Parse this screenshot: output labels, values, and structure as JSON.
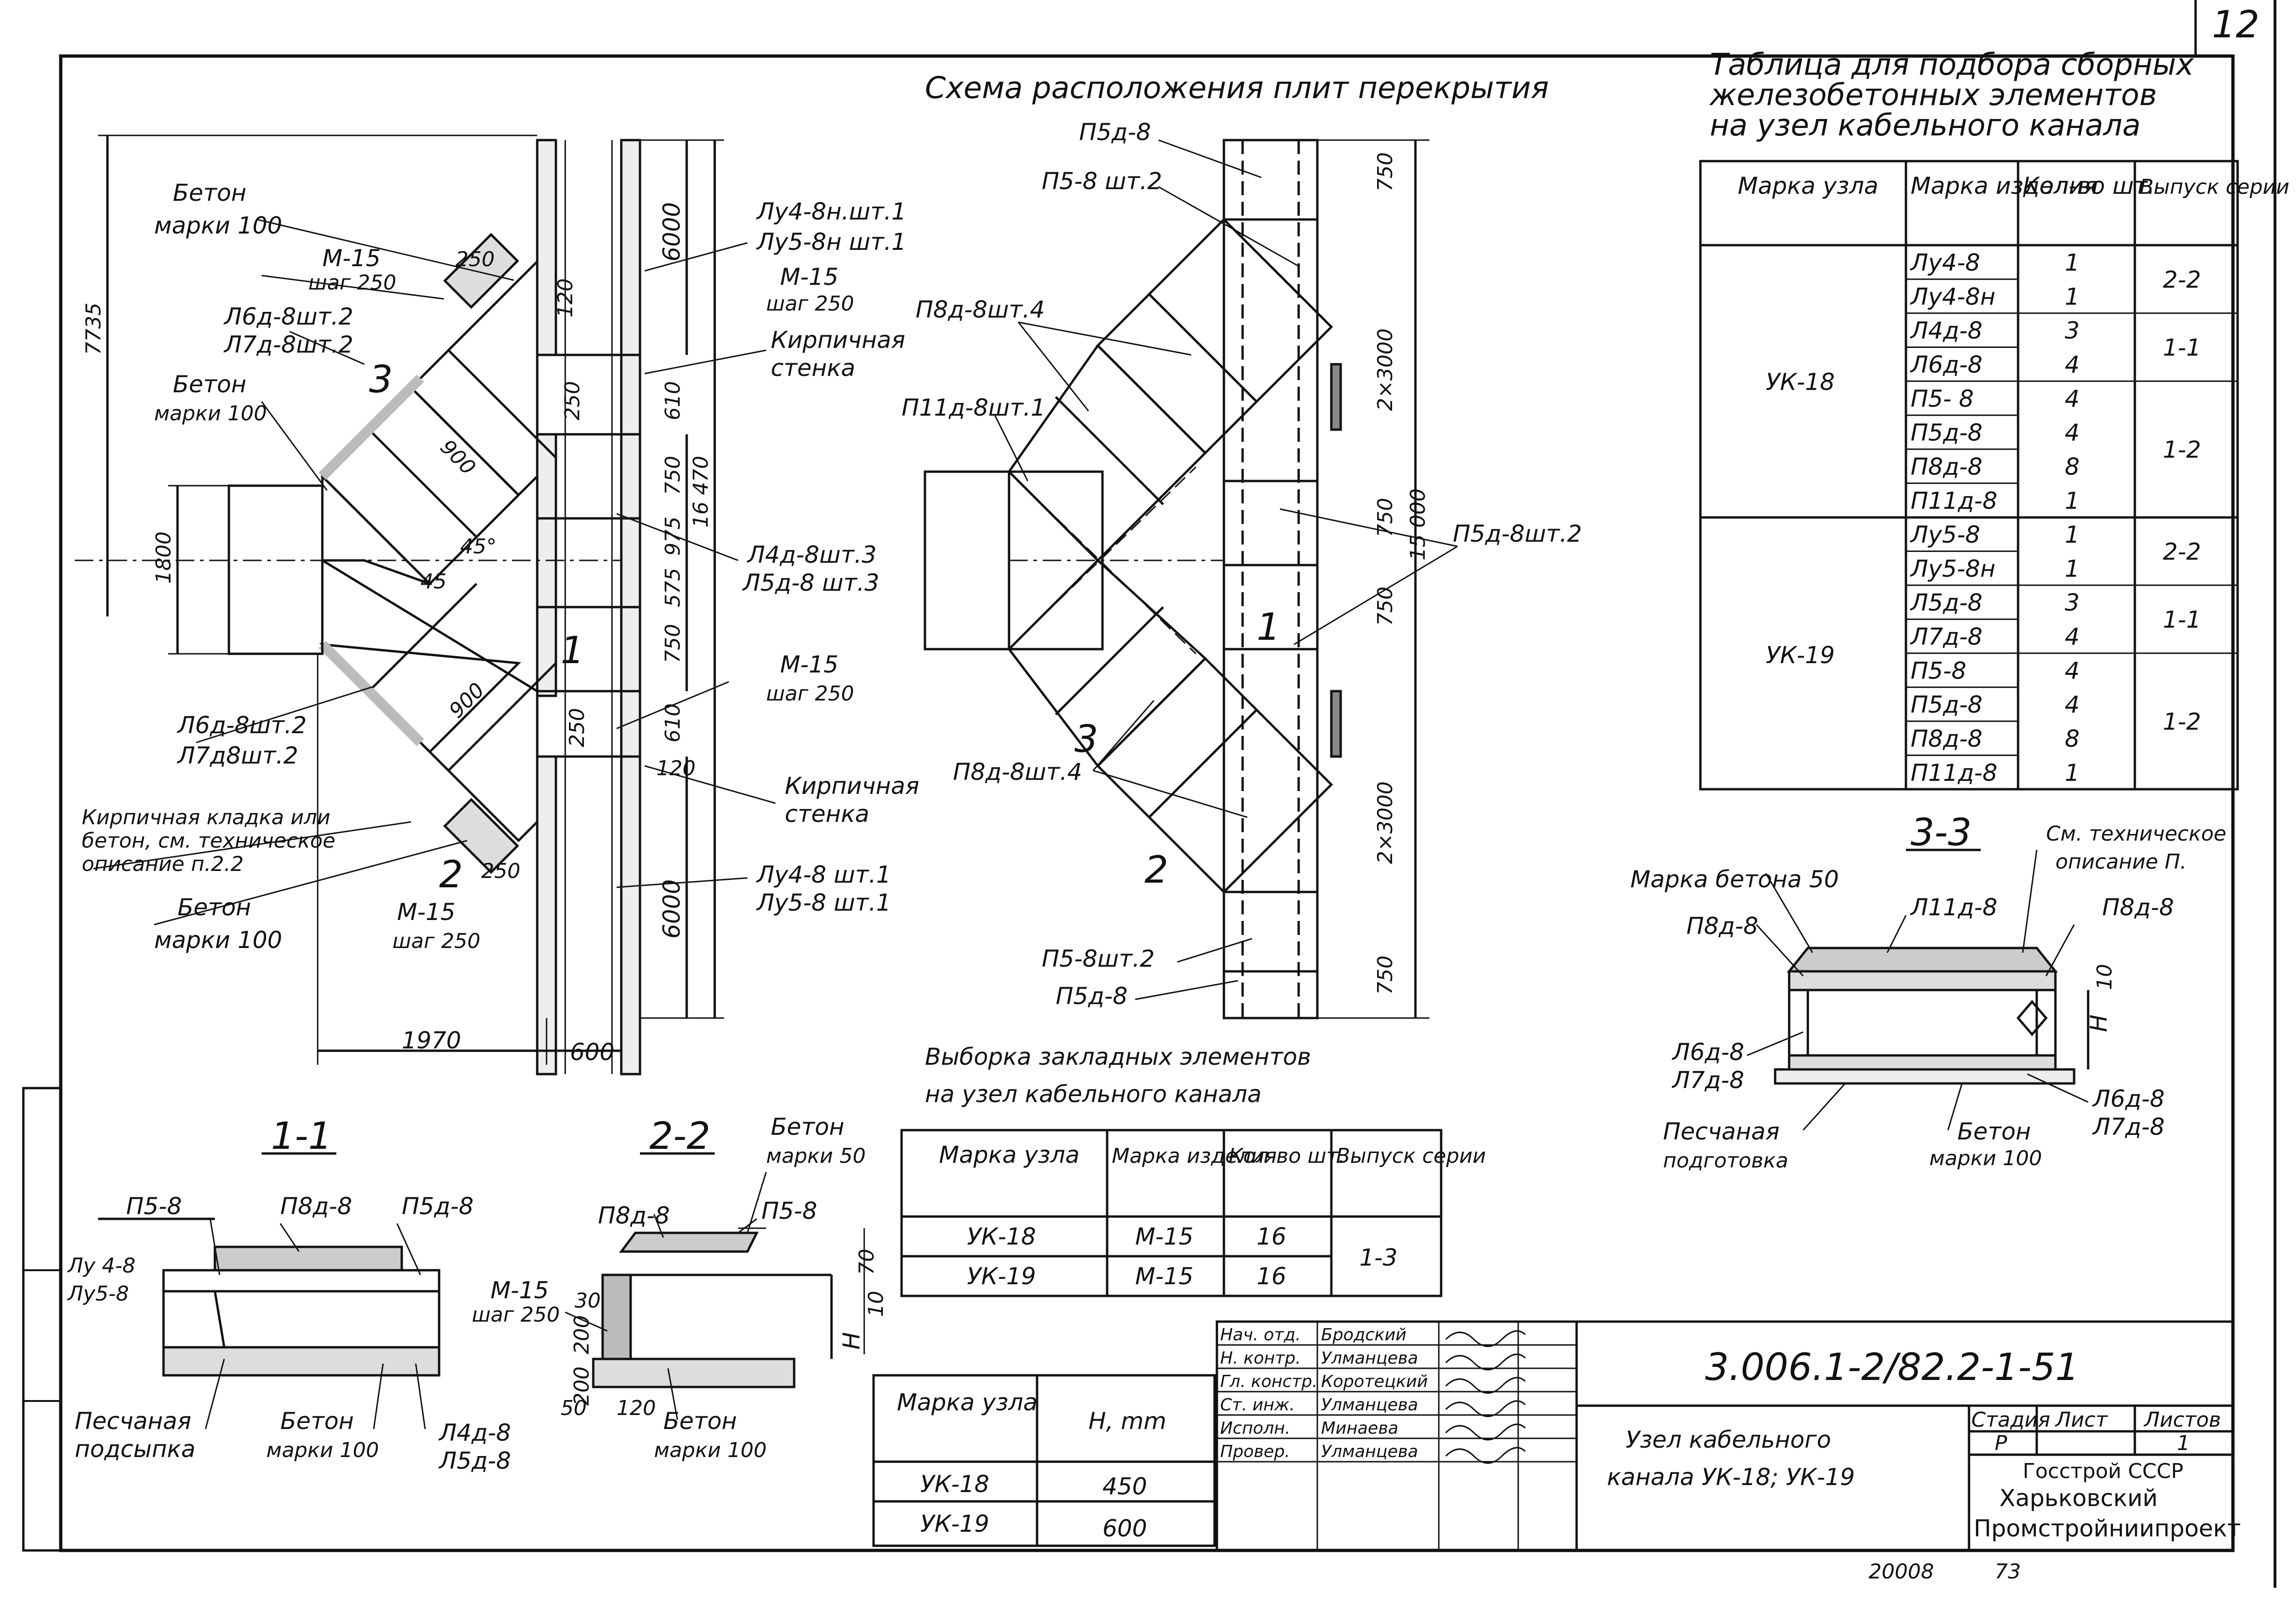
{
  "sheet": {
    "corner_number": "12",
    "footer_left": "20008",
    "footer_right": "73"
  },
  "plan": {
    "title": "Схема расположения плит перекрытия",
    "left": {
      "beton_top": "Бетон",
      "beton_top_grade": "марки 100",
      "m15_top": "М-15",
      "m15_top_step": "шаг 250",
      "l6_l7_top_a": "Л6д-8шт.2",
      "l6_l7_top_b": "Л7д-8шт.2",
      "beton_mid": "Бетон",
      "beton_mid_grade": "марки 100",
      "l6_l7_bot_a": "Л6д-8шт.2",
      "l6_l7_bot_b": "Л7д8шт.2",
      "masonry_a": "Кирпичная кладка или",
      "masonry_b": "бетон, см. техническое",
      "masonry_c": "описание п.2.2",
      "beton_bot": "Бетон",
      "beton_bot_grade": "марки 100",
      "m15_bot": "М-15",
      "m15_bot_step": "шаг 250",
      "ly4_top": "Лу4-8н.шт.1",
      "ly5_top": "Лу5-8н шт.1",
      "m15_r_top": "М-15",
      "m15_r_top_step": "шаг 250",
      "brick_top_a": "Кирпичная",
      "brick_top_b": "стенка",
      "l4_l5_a": "Л4д-8шт.3",
      "l4_l5_b": "Л5д-8 шт.3",
      "m15_r_bot": "М-15",
      "m15_r_bot_step": "шаг 250",
      "brick_bot_a": "Кирпичная",
      "brick_bot_b": "стенка",
      "ly4_bot": "Лу4-8 шт.1",
      "ly5_bot": "Лу5-8 шт.1",
      "dim_7735": "7735",
      "dim_1800": "1800",
      "dim_1970": "1970",
      "dim_600": "600",
      "dim_6000_top": "6000",
      "dim_6000_bot": "6000",
      "dim_610_top": "610",
      "dim_610_bot": "610",
      "dim_750_a": "750",
      "dim_975": "975",
      "dim_575": "575",
      "dim_750_b": "750",
      "dim_16470": "16 470",
      "dim_120_a": "120",
      "dim_120_b": "120",
      "dim_250_a": "250",
      "dim_250_b": "250",
      "dim_250_c": "250",
      "dim_250_d": "250",
      "dim_900_a": "900",
      "dim_900_b": "900",
      "angle_a": "45°",
      "angle_b": "45",
      "sec1": "1",
      "sec2": "2",
      "sec3": "3"
    },
    "right": {
      "p5d_top": "П5д-8",
      "p5_top": "П5-8 шт.2",
      "p8d_top": "П8д-8шт.4",
      "p11": "П11д-8шт.1",
      "p5d_right": "П5д-8шт.2",
      "p8d_bot": "П8д-8шт.4",
      "p5_bot": "П5-8шт.2",
      "p5d_bot": "П5д-8",
      "dim_750_top": "750",
      "dim_2x3000_top": "2×3000",
      "dim_15000": "15 000",
      "dim_750_mid_a": "750",
      "dim_750_mid_b": "750",
      "dim_2x3000_bot": "2×3000",
      "dim_750_bot": "750",
      "sec1": "1",
      "sec2": "2",
      "sec3": "3"
    }
  },
  "embed_table": {
    "title_a": "Выборка закладных элементов",
    "title_b": "на узел кабельного канала",
    "head": [
      "Марка узла",
      "Марка изделия",
      "Кол-во шт.",
      "Выпуск серии"
    ],
    "rows": [
      {
        "node": "УК-18",
        "item": "М-15",
        "qty": "16"
      },
      {
        "node": "УК-19",
        "item": "М-15",
        "qty": "16"
      }
    ],
    "series": "1-3"
  },
  "select_table": {
    "title_a": "Таблица для подбора сборных",
    "title_b": "железобетонных элементов",
    "title_c": "на узел кабельного канала",
    "head": [
      "Марка узла",
      "Марка изделия",
      "Кол-во шт.",
      "Выпуск серии"
    ],
    "node_a": "УК-18",
    "node_b": "УК-19",
    "rows": [
      {
        "item": "Лу4-8",
        "qty": "1"
      },
      {
        "item": "Лу4-8н",
        "qty": "1"
      },
      {
        "item": "Л4д-8",
        "qty": "3"
      },
      {
        "item": "Л6д-8",
        "qty": "4"
      },
      {
        "item": "П5- 8",
        "qty": "4"
      },
      {
        "item": "П5д-8",
        "qty": "4"
      },
      {
        "item": "П8д-8",
        "qty": "8"
      },
      {
        "item": "П11д-8",
        "qty": "1"
      },
      {
        "item": "Лу5-8",
        "qty": "1"
      },
      {
        "item": "Лу5-8н",
        "qty": "1"
      },
      {
        "item": "Л5д-8",
        "qty": "3"
      },
      {
        "item": "Л7д-8",
        "qty": "4"
      },
      {
        "item": "П5-8",
        "qty": "4"
      },
      {
        "item": "П5д-8",
        "qty": "4"
      },
      {
        "item": "П8д-8",
        "qty": "8"
      },
      {
        "item": "П11д-8",
        "qty": "1"
      }
    ],
    "series": [
      "2-2",
      "1-1",
      "1-2",
      "2-2",
      "1-1",
      "1-2"
    ]
  },
  "sec_1_1": {
    "title": "1-1",
    "p5": "П5-8",
    "p8d": "П8д-8",
    "p5d": "П5д-8",
    "ly4": "Лу 4-8",
    "ly5": "Лу5-8",
    "sand_a": "Песчаная",
    "sand_b": "подсыпка",
    "beton": "Бетон",
    "beton_grade": "марки 100",
    "l4": "Л4д-8",
    "l5": "Л5д-8"
  },
  "sec_2_2": {
    "title": "2-2",
    "beton_top": "Бетон",
    "beton_top_grade": "марки 50",
    "p8d": "П8д-8",
    "p5": "П5-8",
    "m15": "М-15",
    "m15_step": "шаг 250",
    "dim_30": "30",
    "dim_200_a": "200",
    "dim_200_b": "200",
    "dim_50": "50",
    "dim_120": "120",
    "dim_70": "70",
    "dim_10": "10",
    "dim_h": "H",
    "beton_bot": "Бетон",
    "beton_bot_grade": "марки 100"
  },
  "sec_3_3": {
    "title": "3-3",
    "tech_a": "См. техническое",
    "tech_b": "описание П.",
    "beton50": "Марка бетона 50",
    "l11": "Л11д-8",
    "p8d_l": "П8д-8",
    "p8d_r": "П8д-8",
    "l6_l": "Л6д-8",
    "l7_l": "Л7д-8",
    "l6_r": "Л6д-8",
    "l7_r": "Л7д-8",
    "dim_10": "10",
    "dim_h": "H",
    "sand_a": "Песчаная",
    "sand_b": "подготовка",
    "beton": "Бетон",
    "beton_grade": "марки 100"
  },
  "h_table": {
    "head": [
      "Марка узла",
      "H, mm"
    ],
    "rows": [
      {
        "node": "УК-18",
        "h": "450"
      },
      {
        "node": "УК-19",
        "h": "600"
      }
    ]
  },
  "stamp": {
    "doc_code": "3.006.1-2/82.2-1-51",
    "title_a": "Узел кабельного",
    "title_b": "канала УК-18; УК-19",
    "roles": [
      "Нач. отд.",
      "Н. контр.",
      "Гл. констр.",
      "Ст. инж.",
      "Исполн.",
      "Провер."
    ],
    "names": [
      "Бродский",
      "Улманцева",
      "Коротецкий",
      "Улманцева",
      "Минаева",
      "Улманцева"
    ],
    "stage_head": "Стадия",
    "sheet_head": "Лист",
    "sheets_head": "Листов",
    "stage": "Р",
    "sheet": "1",
    "org_a": "Госстрой СССР",
    "org_b": "Харьковский",
    "org_c": "Промстройниипроект"
  }
}
